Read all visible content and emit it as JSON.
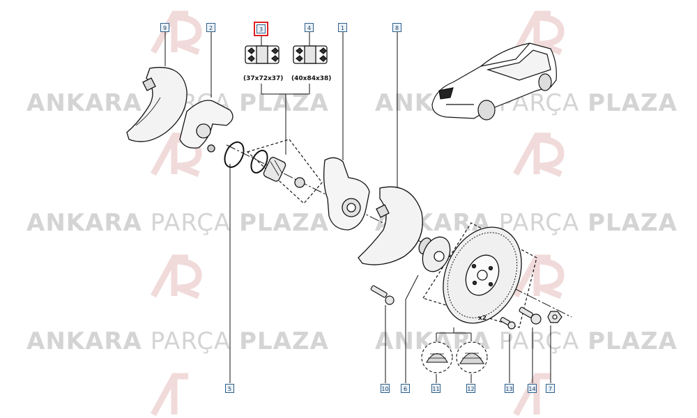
{
  "watermark": {
    "word1": "ANKARA",
    "word2": "PARÇA",
    "word3": "PLAZA"
  },
  "callouts": [
    {
      "id": "c9",
      "label": "9",
      "highlight": false
    },
    {
      "id": "c2",
      "label": "2",
      "highlight": false
    },
    {
      "id": "c3",
      "label": "3",
      "highlight": true
    },
    {
      "id": "c4",
      "label": "4",
      "highlight": false
    },
    {
      "id": "c1",
      "label": "1",
      "highlight": false
    },
    {
      "id": "c8",
      "label": "8",
      "highlight": false
    },
    {
      "id": "c5",
      "label": "5",
      "highlight": false
    },
    {
      "id": "c10",
      "label": "10",
      "highlight": false
    },
    {
      "id": "c6",
      "label": "6",
      "highlight": false
    },
    {
      "id": "c11",
      "label": "11",
      "highlight": false
    },
    {
      "id": "c12",
      "label": "12",
      "highlight": false
    },
    {
      "id": "c13",
      "label": "13",
      "highlight": false
    },
    {
      "id": "c14",
      "label": "14",
      "highlight": false
    },
    {
      "id": "c7",
      "label": "7",
      "highlight": false
    }
  ],
  "dimensions": {
    "bearing_3": "(37x72x37)",
    "bearing_4": "(40x84x38)"
  },
  "quantity_label": "x2",
  "colors": {
    "callout_border": "#2f5f8a",
    "highlight": "#e02020",
    "line": "#111111",
    "watermark": "#d4d4d4"
  }
}
